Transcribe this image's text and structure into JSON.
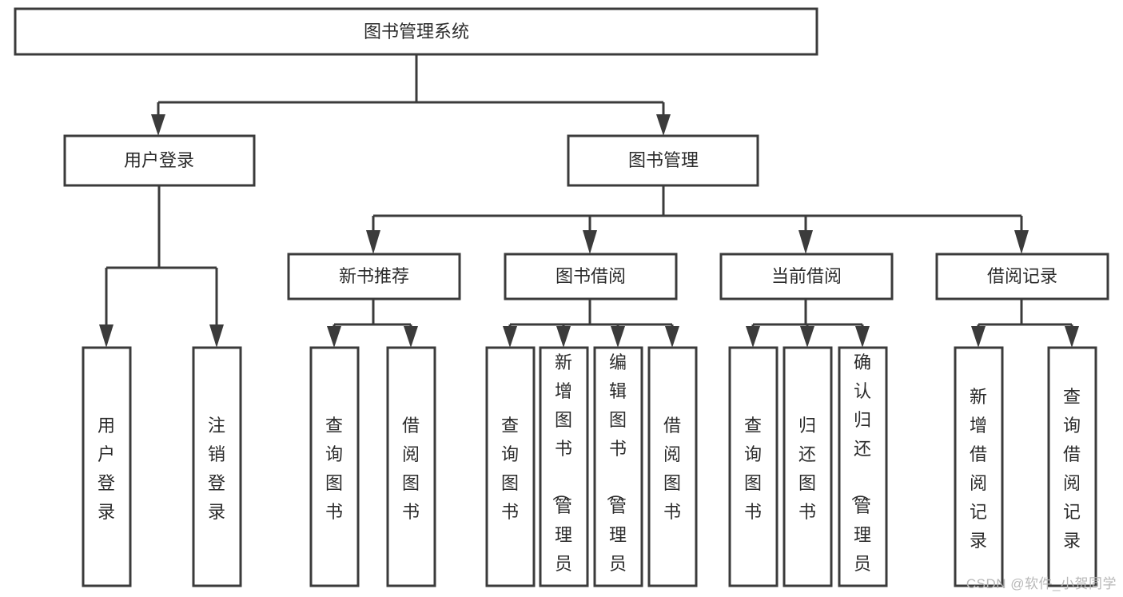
{
  "diagram": {
    "type": "hierarchy-tree",
    "title": "图书管理系统",
    "watermark": "CSDN @软件_小贺同学",
    "colors": {
      "stroke": "#3b3b3b",
      "fill": "#ffffff",
      "text": "#2b2b2b",
      "watermark": "#b8b8b8",
      "background": "#ffffff"
    },
    "levels": 4,
    "root": {
      "label": "图书管理系统",
      "id": "root"
    },
    "level2": [
      {
        "id": "user-login",
        "label": "用户登录"
      },
      {
        "id": "book-management",
        "label": "图书管理"
      }
    ],
    "level3": [
      {
        "id": "new-book-recommend",
        "label": "新书推荐",
        "parent": "book-management"
      },
      {
        "id": "book-borrow",
        "label": "图书借阅",
        "parent": "book-management"
      },
      {
        "id": "current-borrow",
        "label": "当前借阅",
        "parent": "book-management"
      },
      {
        "id": "borrow-record",
        "label": "借阅记录",
        "parent": "book-management"
      }
    ],
    "leaves": {
      "user-login": [
        {
          "id": "leaf-user-login",
          "label": "用户登录"
        },
        {
          "id": "leaf-user-logout",
          "label": "注销登录"
        }
      ],
      "new-book-recommend": [
        {
          "id": "leaf-query-book-1",
          "label": "查询图书"
        },
        {
          "id": "leaf-borrow-book-1",
          "label": "借阅图书"
        }
      ],
      "book-borrow": [
        {
          "id": "leaf-query-book-2",
          "label": "查询图书"
        },
        {
          "id": "leaf-add-book",
          "label": "新增图书（管理员）"
        },
        {
          "id": "leaf-edit-book",
          "label": "编辑图书（管理员）"
        },
        {
          "id": "leaf-borrow-book-2",
          "label": "借阅图书"
        }
      ],
      "current-borrow": [
        {
          "id": "leaf-query-book-3",
          "label": "查询图书"
        },
        {
          "id": "leaf-return-book",
          "label": "归还图书"
        },
        {
          "id": "leaf-confirm-return",
          "label": "确认归还（管理员）"
        }
      ],
      "borrow-record": [
        {
          "id": "leaf-add-record",
          "label": "新增借阅记录"
        },
        {
          "id": "leaf-query-record",
          "label": "查询借阅记录"
        }
      ]
    }
  }
}
